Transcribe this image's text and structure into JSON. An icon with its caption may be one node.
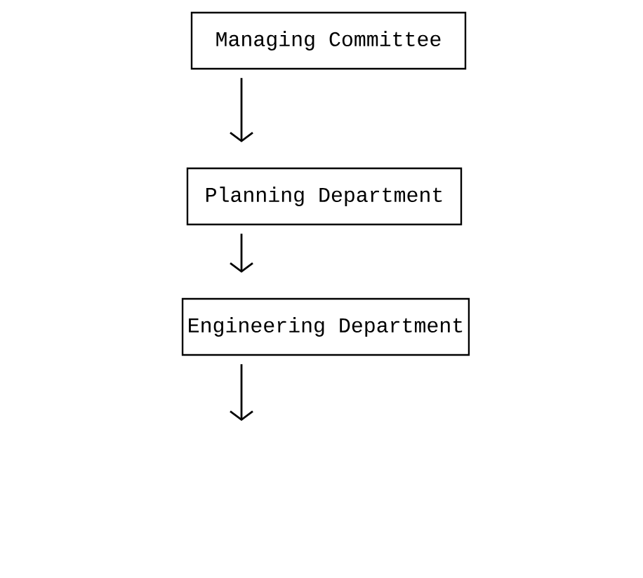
{
  "diagram": {
    "nodes": [
      {
        "text": [
          "Managing Committee"
        ]
      },
      {
        "text": [
          "Planning Department"
        ]
      },
      {
        "text": [
          "Engineering Department"
        ]
      }
    ],
    "edges": [
      {
        "from": 0,
        "to": 1,
        "arrow": "to"
      },
      {
        "from": 1,
        "to": 2,
        "arrow": "to"
      },
      {
        "from": 2,
        "to": null,
        "arrow": "to"
      }
    ]
  }
}
